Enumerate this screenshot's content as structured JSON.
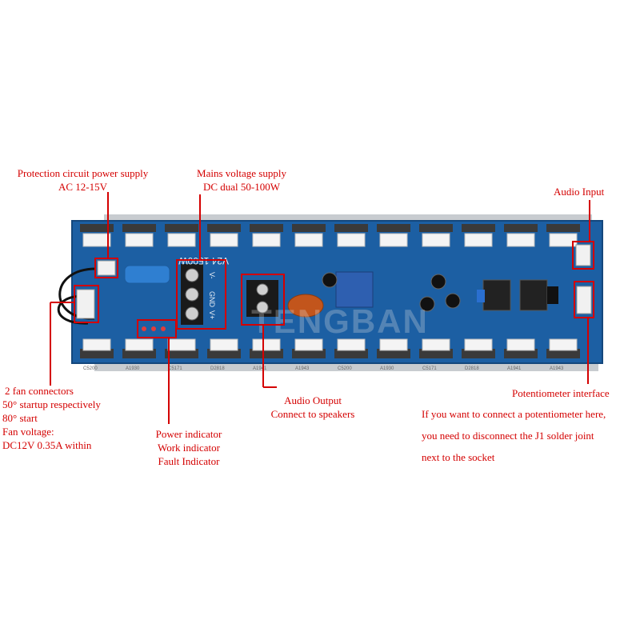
{
  "board": {
    "model_text": "V24 1500W",
    "terminal_labels": [
      "V-",
      "GND",
      "V+"
    ],
    "transistor_codes": [
      "A1943",
      "C5200",
      "A1930",
      "C5171",
      "D2818",
      "A1941"
    ]
  },
  "labels": {
    "protection": [
      "Protection circuit power supply",
      "AC 12-15V"
    ],
    "mains": [
      "Mains voltage supply",
      "DC dual 50-100W"
    ],
    "audio_input": "Audio Input",
    "fan": [
      "2 fan connectors",
      "50° startup respectively",
      "80° start",
      "Fan voltage:",
      "DC12V 0.35A within"
    ],
    "indicators": [
      "Power indicator",
      "Work indicator",
      "Fault Indicator"
    ],
    "audio_output": [
      "Audio Output",
      "Connect to speakers"
    ],
    "potentiometer": [
      "Potentiometer interface",
      "If you want to connect a potentiometer here,",
      "you need to disconnect the J1 solder joint",
      "next to the socket"
    ]
  },
  "watermark": "TENGBAN",
  "colors": {
    "annotation": "#d40000",
    "pcb": "#1c5fa3",
    "pcb_dark": "#14477c",
    "silkscreen": "#e8eef5",
    "heatsink": "#c8ccd0"
  }
}
